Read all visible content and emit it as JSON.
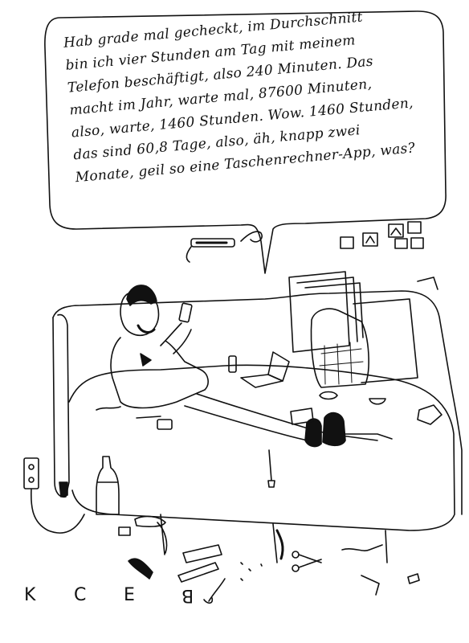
{
  "speech_bubble": {
    "lines": [
      "Hab grade mal gecheckt, im Durchschnitt",
      "bin ich vier Stunden am Tag mit meinem",
      "Telefon beschäftigt, also 240 Minuten. Das",
      "macht im Jahr, warte mal, 87600 Minuten,",
      "also, warte, 1460 Stunden. Wow. 1460 Stunden,",
      "das sind 60,8 Tage, also, äh, knapp zwei",
      "Monate, geil so eine Taschenrechner-App, was?"
    ]
  },
  "signature": {
    "letters": [
      "K",
      "C",
      "E",
      "B"
    ]
  },
  "colors": {
    "ink": "#111111",
    "background": "#ffffff"
  }
}
